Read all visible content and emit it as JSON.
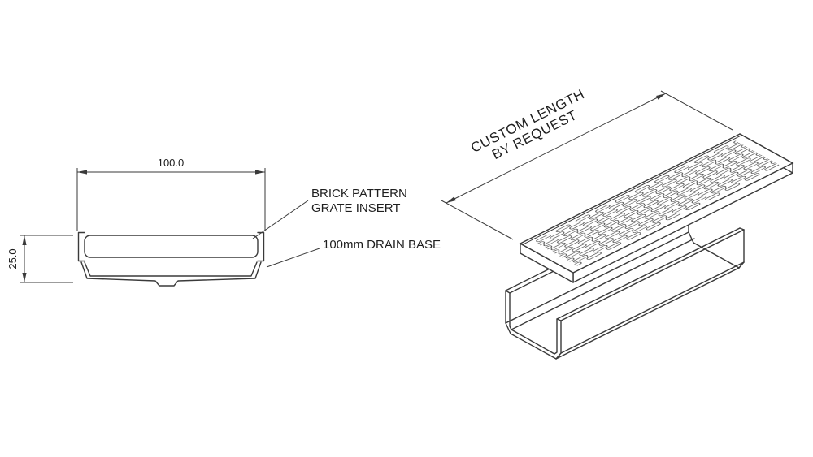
{
  "section_view": {
    "width_dim_label": "100.0",
    "height_dim_label": "25.0",
    "grate_label_line1": "BRICK PATTERN",
    "grate_label_line2": "GRATE INSERT",
    "base_label": "100mm DRAIN BASE"
  },
  "iso_view": {
    "length_label_line1": "CUSTOM LENGTH",
    "length_label_line2": "BY REQUEST"
  },
  "colors": {
    "line": "#3a3a3a",
    "text": "#1f1f1f",
    "background": "#ffffff"
  }
}
